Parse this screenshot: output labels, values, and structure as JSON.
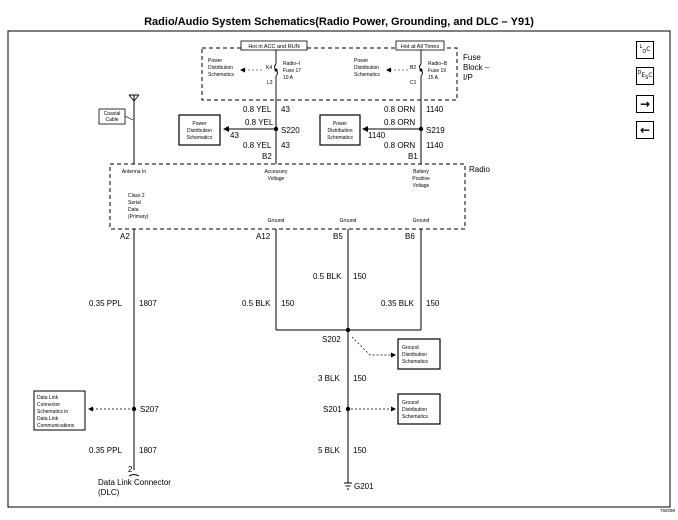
{
  "title": "Radio/Audio System Schematics(Radio Power, Grounding, and DLC – Y91)",
  "fuse_block": {
    "label_l1": "Fuse",
    "label_l2": "Block –",
    "label_l3": "I/P",
    "hot_acc_run": "Hot in ACC and RUN",
    "hot_all_times": "Hot at All Times",
    "pds_left_l1": "Power",
    "pds_left_l2": "Distribution",
    "pds_left_l3": "Schematics",
    "pds_right_l1": "Power",
    "pds_right_l2": "Distribution",
    "pds_right_l3": "Schematics",
    "k4": "K4",
    "l3": "L3",
    "b2": "B2",
    "c1": "C1",
    "fuse17_l1": "Radio–I",
    "fuse17_l2": "Fuse 17",
    "fuse17_l3": "10 A",
    "fuse19_l1": "Radio–B",
    "fuse19_l2": "Fuse 19",
    "fuse19_l3": "15 A"
  },
  "coaxial_cable": "Coaxial Cable",
  "coaxial_l1": "Coaxial",
  "coaxial_l2": "Cable",
  "wires": {
    "yel_top": "0.8 YEL",
    "yel_top_num": "43",
    "yel_mid": "0.8 YEL",
    "yel_mid_num": "43",
    "yel_bot": "0.8 YEL",
    "yel_bot_num": "43",
    "orn_top": "0.8 ORN",
    "orn_top_num": "1140",
    "orn_mid": "0.8 ORN",
    "orn_mid_num": "1140",
    "orn_bot": "0.8 ORN",
    "orn_bot_num": "1140",
    "ppl_a2": "0.35 PPL",
    "ppl_a2_num": "1807",
    "blk_a12": "0.5 BLK",
    "blk_a12_num": "150",
    "blk_b5": "0.5 BLK",
    "blk_b5_num": "150",
    "blk_b6": "0.35 BLK",
    "blk_b6_num": "150",
    "blk_3": "3 BLK",
    "blk_3_num": "150",
    "blk_5": "5 BLK",
    "blk_5_num": "150",
    "ppl_dlc": "0.35 PPL",
    "ppl_dlc_num": "1807"
  },
  "splices": {
    "s220": "S220",
    "s219": "S219",
    "s202": "S202",
    "s201": "S201",
    "s207": "S207",
    "g201": "G201"
  },
  "pds_boxes": {
    "left_l1": "Power",
    "left_l2": "Distribution",
    "left_l3": "Schematics",
    "right_l1": "Power",
    "right_l2": "Distribution",
    "right_l3": "Schematics"
  },
  "radio": {
    "label": "Radio",
    "antenna_in": "Antenna In",
    "acc_l1": "Accessory",
    "acc_l2": "Voltage",
    "bat_l1": "Battery",
    "bat_l2": "Positive",
    "bat_l3": "Voltage",
    "class2_l1": "Class 2",
    "class2_l2": "Serial",
    "class2_l3": "Data",
    "class2_l4": "(Primary)",
    "ground1": "Ground",
    "ground2": "Ground",
    "ground3": "Ground",
    "pin_b2": "B2",
    "pin_b1": "B1",
    "pin_a2": "A2",
    "pin_a12": "A12",
    "pin_b5": "B5",
    "pin_b6": "B6"
  },
  "ground_dist": {
    "top_l1": "Ground",
    "top_l2": "Distribution",
    "top_l3": "Schematics",
    "bot_l1": "Ground",
    "bot_l2": "Distribution",
    "bot_l3": "Schematics"
  },
  "dlc_box": {
    "l1": "Data Link",
    "l2": "Connector",
    "l3": "Schematics in",
    "l4": "Data Link",
    "l5": "Communications"
  },
  "dlc_connector": {
    "pin": "2",
    "l1": "Data Link Connector",
    "l2": "(DLC)"
  },
  "figure_id": "782098",
  "nav": {
    "loc_sup": "L",
    "loc_sub": "O",
    "loc_c": "C",
    "desc_sup": "D",
    "desc_mid": "E",
    "desc_sub": "S",
    "desc_c": "C",
    "next": "→",
    "prev": "←"
  }
}
